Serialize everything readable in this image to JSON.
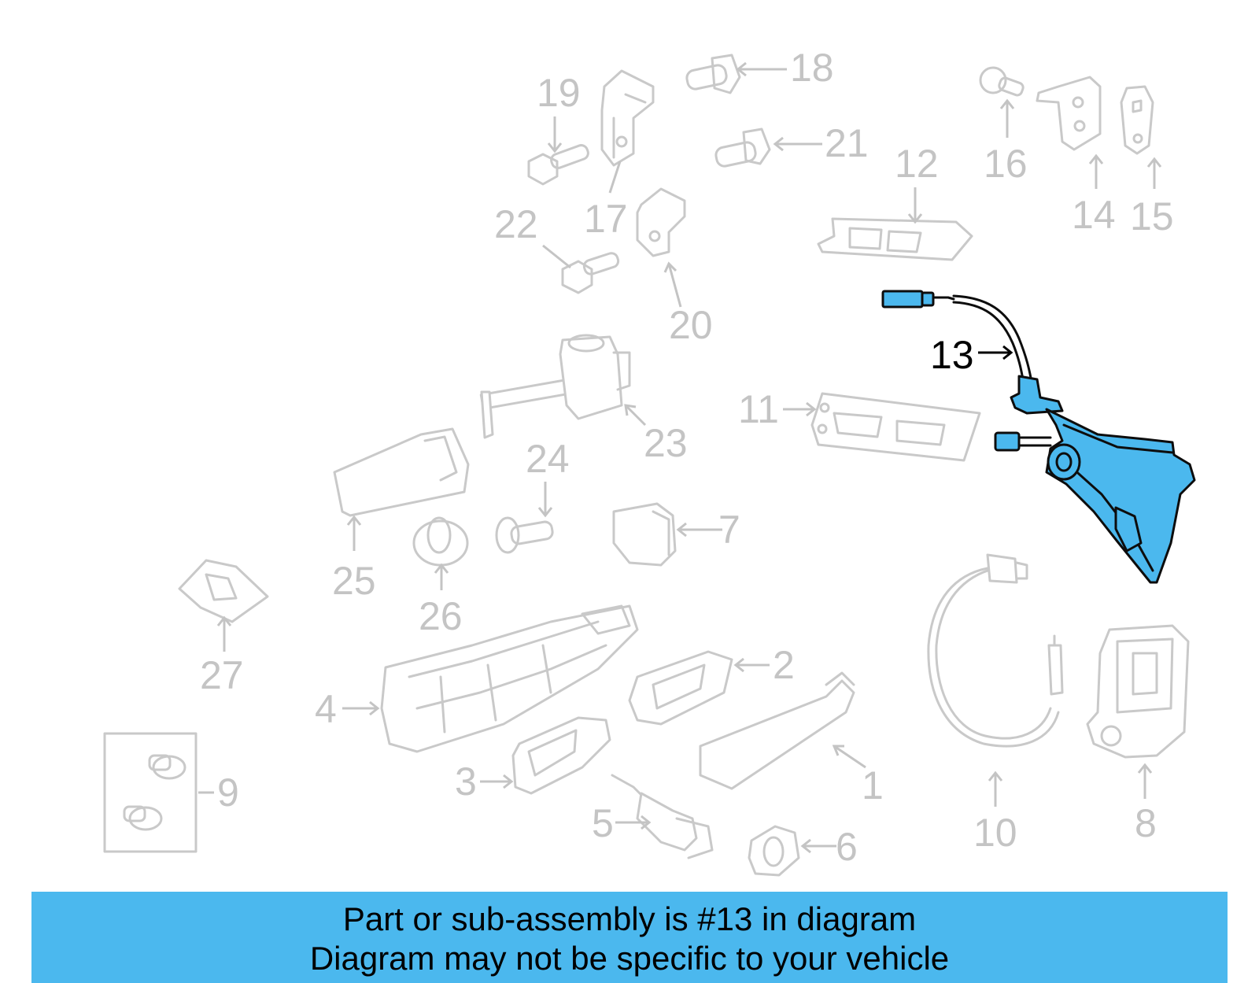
{
  "highlight_color": "#4bb8ee",
  "part_labels": {
    "p1": "1",
    "p2": "2",
    "p3": "3",
    "p4": "4",
    "p5": "5",
    "p6": "6",
    "p7": "7",
    "p8": "8",
    "p9": "9",
    "p10": "10",
    "p11": "11",
    "p12": "12",
    "p13": "13",
    "p14": "14",
    "p15": "15",
    "p16": "16",
    "p17": "17",
    "p18": "18",
    "p19": "19",
    "p20": "20",
    "p21": "21",
    "p22": "22",
    "p23": "23",
    "p24": "24",
    "p25": "25",
    "p26": "26",
    "p27": "27"
  },
  "highlighted_part": "13",
  "banner": {
    "line1": "Part or sub-assembly is #13 in diagram",
    "line2": "Diagram may not be specific to your vehicle"
  }
}
